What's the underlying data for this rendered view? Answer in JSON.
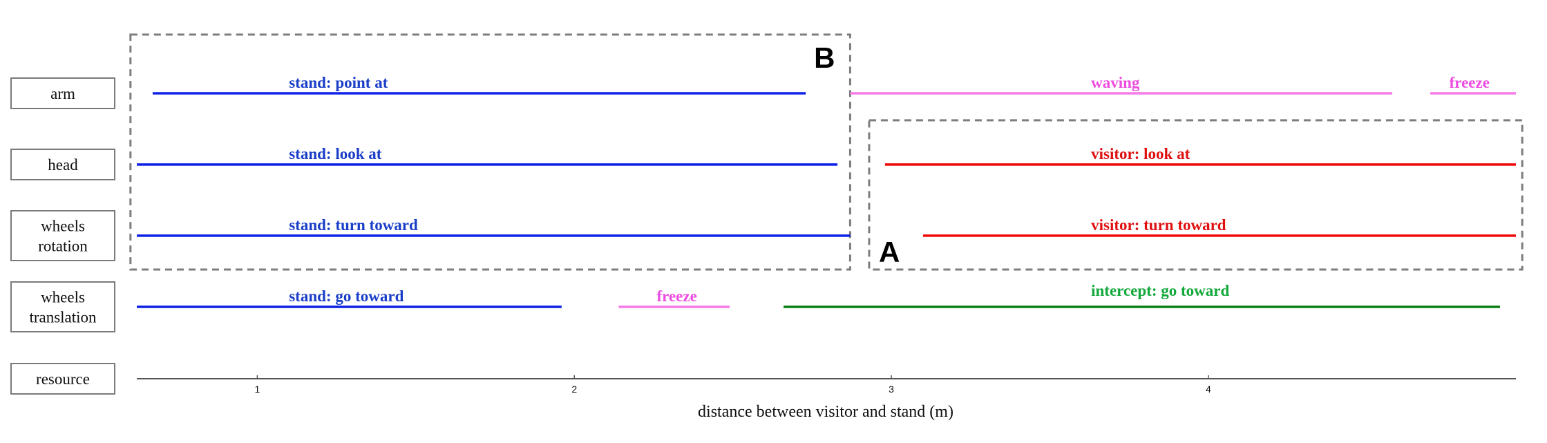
{
  "chart_data": {
    "type": "timeline",
    "xlabel": "distance between visitor and stand (m)",
    "ylabel": "",
    "xlim": [
      0.62,
      4.97
    ],
    "x_ticks": [
      {
        "value": 1,
        "label": "1"
      },
      {
        "value": 2,
        "label": "2"
      },
      {
        "value": 3,
        "label": "3"
      },
      {
        "value": 4,
        "label": "4"
      }
    ],
    "colors": {
      "stand": "#0f22e6",
      "visitor": "#f00a0a",
      "freeze_waving": "#f67ae8",
      "intercept": "#0a7f12"
    },
    "rows": [
      {
        "key": "arm",
        "lines": [
          "arm"
        ]
      },
      {
        "key": "head",
        "lines": [
          "head"
        ]
      },
      {
        "key": "wheels_rotation",
        "lines": [
          "wheels",
          "rotation"
        ]
      },
      {
        "key": "wheels_translation",
        "lines": [
          "wheels",
          "translation"
        ]
      },
      {
        "key": "resource",
        "lines": [
          "resource"
        ]
      }
    ],
    "segments": [
      {
        "row": "arm",
        "label": "stand: point at",
        "x_start": 0.67,
        "x_end": 2.73,
        "color": "#0f22e6",
        "label_color": "#1a3ec8",
        "label_x": 1.1
      },
      {
        "row": "arm",
        "label": "waving",
        "x_start": 2.87,
        "x_end": 4.58,
        "color": "#f67ae8",
        "label_color": "#ec4ce0",
        "label_x": 3.63
      },
      {
        "row": "arm",
        "label": "freeze",
        "x_start": 4.7,
        "x_end": 4.97,
        "color": "#f67ae8",
        "label_color": "#ec4ce0",
        "label_x": 4.76
      },
      {
        "row": "head",
        "label": "stand: look at",
        "x_start": 0.62,
        "x_end": 2.83,
        "color": "#0f22e6",
        "label_color": "#1a3ec8",
        "label_x": 1.1
      },
      {
        "row": "head",
        "label": "visitor: look at",
        "x_start": 2.98,
        "x_end": 4.97,
        "color": "#f00a0a",
        "label_color": "#e01010",
        "label_x": 3.63
      },
      {
        "row": "wheels_rotation",
        "label": "stand: turn toward",
        "x_start": 0.62,
        "x_end": 2.87,
        "color": "#0f22e6",
        "label_color": "#1a3ec8",
        "label_x": 1.1
      },
      {
        "row": "wheels_rotation",
        "label": "visitor: turn toward",
        "x_start": 3.1,
        "x_end": 4.97,
        "color": "#f00a0a",
        "label_color": "#e01010",
        "label_x": 3.63
      },
      {
        "row": "wheels_translation",
        "label": "stand: go toward",
        "x_start": 0.62,
        "x_end": 1.96,
        "color": "#0f22e6",
        "label_color": "#1a3ec8",
        "label_x": 1.1
      },
      {
        "row": "wheels_translation",
        "label": "freeze",
        "x_start": 2.14,
        "x_end": 2.49,
        "color": "#f67ae8",
        "label_color": "#ec4ce0",
        "label_x": 2.26
      },
      {
        "row": "wheels_translation",
        "label": "intercept: go toward",
        "x_start": 2.66,
        "x_end": 4.92,
        "color": "#0a7f12",
        "label_color": "#12a83a",
        "label_x": 3.63,
        "label_raised": true
      }
    ],
    "regions": [
      {
        "label": "B",
        "x_start": 0.6,
        "x_end": 2.87,
        "row_top": "arm",
        "row_bottom": "wheels_rotation",
        "label_corner": "top-right"
      },
      {
        "label": "A",
        "x_start": 2.93,
        "x_end": 4.99,
        "row_top": "head",
        "row_bottom": "wheels_rotation",
        "label_corner": "bottom-left"
      }
    ]
  }
}
